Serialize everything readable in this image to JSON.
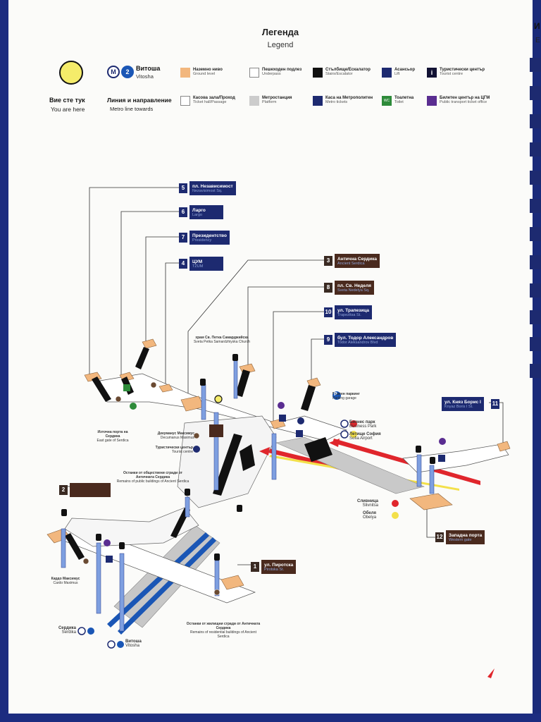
{
  "legend": {
    "title": "Легенда",
    "subtitle": "Legend",
    "you_are_here_bg": "Вие сте тук",
    "you_are_here_en": "You are here",
    "metro_line_bg": "Линия и направление",
    "metro_line_en": "Metro line towards",
    "line_name_bg": "Витоша",
    "line_name_en": "Vitosha",
    "line_number": "2",
    "items": [
      {
        "bg": "Наземно ниво",
        "en": "Ground level",
        "color": "#f2b77e"
      },
      {
        "bg": "Пешеходен подлез",
        "en": "Underpass",
        "color": "#ffffff"
      },
      {
        "bg": "Стълбище/Ескалатор",
        "en": "Stairs/Escalator",
        "color": "#111111"
      },
      {
        "bg": "Асансьор",
        "en": "Lift",
        "color": "#1d2a70"
      },
      {
        "bg": "Туристически център",
        "en": "Tourist centre",
        "color": "#111133"
      },
      {
        "bg": "Касова зала/Проход",
        "en": "Ticket hall/Passage",
        "color": "#ffffff"
      },
      {
        "bg": "Метростанция",
        "en": "Platform",
        "color": "#cccccc"
      },
      {
        "bg": "Каса на Метрополитен",
        "en": "Metro tickets",
        "color": "#1d2a70"
      },
      {
        "bg": "Тоалетна",
        "en": "Toilet",
        "color": "#2e8b3a"
      },
      {
        "bg": "Билетен център на ЦГМ",
        "en": "Public transport ticket office",
        "color": "#5a2d91"
      }
    ],
    "toilet_abbr": "WC",
    "tourist_abbr": "i"
  },
  "right_header": {
    "line1": "И",
    "line2": "E"
  },
  "exits": [
    {
      "num": "5",
      "bg": "пл. Независимост",
      "en": "Nezavisimost Sq."
    },
    {
      "num": "6",
      "bg": "Ларго",
      "en": "Largo"
    },
    {
      "num": "7",
      "bg": "Президентство",
      "en": "Presidency"
    },
    {
      "num": "4",
      "bg": "ЦУМ",
      "en": "TZUM"
    },
    {
      "num": "3",
      "bg": "Антична Сердика",
      "en": "Ancient Serdica"
    },
    {
      "num": "8",
      "bg": "пл. Св. Неделя",
      "en": "Sveta Nedelya Sq."
    },
    {
      "num": "10",
      "bg": "ул. Трапезица",
      "en": "Trapezitsa St."
    },
    {
      "num": "9",
      "bg": "бул. Тодор Александров",
      "en": "Todor Aleksandrov Blvd"
    },
    {
      "num": "11",
      "bg": "ул. Княз Борис I",
      "en": "Knyaz Boris I St."
    },
    {
      "num": "12",
      "bg": "Западна порта",
      "en": "Western gate"
    },
    {
      "num": "2",
      "bg": "",
      "en": ""
    },
    {
      "num": "1",
      "bg": "ул. Пиротска",
      "en": "Pirotska St."
    }
  ],
  "map_labels": {
    "church_bg": "храм Св. Петка Самарджийска",
    "church_en": "Sveta Petka Samardzhiyska Church",
    "parking_bg": "Платен паркинг",
    "parking_en": "Parking garage",
    "parking_abbr": "P",
    "business_bg": "Бизнес парк",
    "business_en": "Business Park",
    "airport_bg": "Летище София",
    "airport_en": "Sofia Airport",
    "slivnitsa_bg": "Сливница",
    "slivnitsa_en": "Slivnitsa",
    "obelya_bg": "Обеля",
    "obelya_en": "Obelya",
    "east_gate_bg": "Източна порта на Сердика",
    "east_gate_en": "East gate of Serdica",
    "decumanus_bg": "Декуманус Максимус",
    "decumanus_en": "Decumanus Maximus",
    "tourist_bg": "Туристически център",
    "tourist_en": "Tourist centre",
    "remains1_bg": "Останки от обществени сгради от Античната Сердика",
    "remains1_en": "Remains of public buildings of Ancient Serdica",
    "remains2_bg": "Останки от жилищни сгради от Античната Сердика",
    "remains2_en": "Remains of residential buildings of Ancient Serdica",
    "cardo_bg": "Кардо Максимус",
    "cardo_en": "Cardo Maximus",
    "serdika_bg": "Сердика",
    "serdika_en": "Serdika",
    "vitosha_bg": "Витоша",
    "vitosha_en": "Vitosha"
  },
  "colors": {
    "frame": "#1c2c80",
    "ground": "#f2b77e",
    "navy": "#1d2a70",
    "brown": "#4a2a1e",
    "line1_red": "#e0262c",
    "line2_blue": "#1a56b5",
    "line4_yellow": "#f3e04a"
  }
}
